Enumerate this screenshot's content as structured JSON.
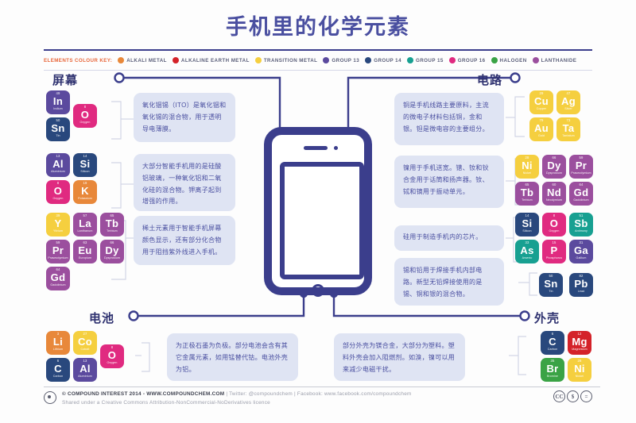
{
  "title": "手机里的化学元素",
  "colour_key": {
    "label": "ELEMENTS COLOUR KEY:",
    "items": [
      {
        "label": "ALKALI METAL",
        "color": "#e8883a"
      },
      {
        "label": "ALKALINE EARTH METAL",
        "color": "#d42229"
      },
      {
        "label": "TRANSITION METAL",
        "color": "#f5cf3f"
      },
      {
        "label": "GROUP 13",
        "color": "#5b4a9e"
      },
      {
        "label": "GROUP 14",
        "color": "#29487d"
      },
      {
        "label": "GROUP 15",
        "color": "#17a091"
      },
      {
        "label": "GROUP 16",
        "color": "#e02a80"
      },
      {
        "label": "HALOGEN",
        "color": "#3aa345"
      },
      {
        "label": "LANTHANIDE",
        "color": "#9b4f9e"
      }
    ]
  },
  "sections": {
    "screen": "屏幕",
    "circuit": "电路",
    "battery": "电池",
    "case": "外壳"
  },
  "groups": {
    "screen_ito": {
      "text": "氧化铟锡（ITO）是氧化铟和氧化锡的混合物，用于透明导电薄膜。",
      "elements": [
        {
          "num": "49",
          "sym": "In",
          "name": "Indium",
          "color": "#5b4a9e"
        },
        {
          "num": "8",
          "sym": "O",
          "name": "Oxygen",
          "color": "#e02a80"
        },
        {
          "num": "50",
          "sym": "Sn",
          "name": "Tin",
          "color": "#29487d"
        }
      ]
    },
    "screen_glass": {
      "text": "大部分智能手机用的是硅酸铝玻璃，一种氧化铝和二氧化硅的混合物。钾离子起到增强的作用。",
      "elements": [
        {
          "num": "13",
          "sym": "Al",
          "name": "Aluminium",
          "color": "#5b4a9e"
        },
        {
          "num": "14",
          "sym": "Si",
          "name": "Silicon",
          "color": "#29487d"
        },
        {
          "num": "8",
          "sym": "O",
          "name": "Oxygen",
          "color": "#e02a80"
        },
        {
          "num": "19",
          "sym": "K",
          "name": "Potassium",
          "color": "#e8883a"
        }
      ]
    },
    "screen_rare": {
      "text": "稀土元素用于智能手机屏幕颜色显示，还有部分化合物用于阻挡紫外线进入手机。",
      "elements": [
        {
          "num": "39",
          "sym": "Y",
          "name": "Yttrium",
          "color": "#f5cf3f"
        },
        {
          "num": "57",
          "sym": "La",
          "name": "Lanthanum",
          "color": "#9b4f9e"
        },
        {
          "num": "65",
          "sym": "Tb",
          "name": "Terbium",
          "color": "#9b4f9e"
        },
        {
          "num": "59",
          "sym": "Pr",
          "name": "Praseodymium",
          "color": "#9b4f9e"
        },
        {
          "num": "63",
          "sym": "Eu",
          "name": "Europium",
          "color": "#9b4f9e"
        },
        {
          "num": "66",
          "sym": "Dy",
          "name": "Dysprosium",
          "color": "#9b4f9e"
        },
        {
          "num": "64",
          "sym": "Gd",
          "name": "Gadolinium",
          "color": "#9b4f9e"
        }
      ]
    },
    "circuit_wiring": {
      "text": "铜是手机线路主要原料，主流的微电子材料包括铜，金和银。钽是微电容的主要组分。",
      "elements": [
        {
          "num": "29",
          "sym": "Cu",
          "name": "Copper",
          "color": "#f5cf3f"
        },
        {
          "num": "47",
          "sym": "Ag",
          "name": "Silver",
          "color": "#f5cf3f"
        },
        {
          "num": "79",
          "sym": "Au",
          "name": "Gold",
          "color": "#f5cf3f"
        },
        {
          "num": "73",
          "sym": "Ta",
          "name": "Tantalum",
          "color": "#f5cf3f"
        }
      ]
    },
    "circuit_speaker": {
      "text": "镍用于手机送宽。镨、钕和钬合金用于话筒和扬声器。钕、铽和镝用于振动单元。",
      "elements": [
        {
          "num": "28",
          "sym": "Ni",
          "name": "Nickel",
          "color": "#f5cf3f"
        },
        {
          "num": "66",
          "sym": "Dy",
          "name": "Dysprosium",
          "color": "#9b4f9e"
        },
        {
          "num": "59",
          "sym": "Pr",
          "name": "Praseodymium",
          "color": "#9b4f9e"
        },
        {
          "num": "65",
          "sym": "Tb",
          "name": "Terbium",
          "color": "#9b4f9e"
        },
        {
          "num": "60",
          "sym": "Nd",
          "name": "Neodymium",
          "color": "#9b4f9e"
        },
        {
          "num": "64",
          "sym": "Gd",
          "name": "Gadolinium",
          "color": "#9b4f9e"
        }
      ]
    },
    "circuit_chip": {
      "text": "硅用于制造手机内的芯片。",
      "elements": [
        {
          "num": "14",
          "sym": "Si",
          "name": "Silicon",
          "color": "#29487d"
        },
        {
          "num": "8",
          "sym": "O",
          "name": "Oxygen",
          "color": "#e02a80"
        },
        {
          "num": "51",
          "sym": "Sb",
          "name": "Antimony",
          "color": "#17a091"
        },
        {
          "num": "33",
          "sym": "As",
          "name": "Arsenic",
          "color": "#17a091"
        },
        {
          "num": "15",
          "sym": "P",
          "name": "Phosphorus",
          "color": "#e02a80"
        },
        {
          "num": "31",
          "sym": "Ga",
          "name": "Gallium",
          "color": "#5b4a9e"
        }
      ]
    },
    "circuit_solder": {
      "text": "锡和铅用于焊接手机内部电路。新型无铅焊接使用的是锡、铜和银的混合物。",
      "elements": [
        {
          "num": "50",
          "sym": "Sn",
          "name": "Tin",
          "color": "#29487d"
        },
        {
          "num": "82",
          "sym": "Pb",
          "name": "Lead",
          "color": "#29487d"
        }
      ]
    },
    "battery": {
      "text": "为正极石墨为负极。部分电池会含有其它金属元素，如用锰替代钴。电池外壳为铝。",
      "elements": [
        {
          "num": "3",
          "sym": "Li",
          "name": "Lithium",
          "color": "#e8883a"
        },
        {
          "num": "27",
          "sym": "Co",
          "name": "Cobalt",
          "color": "#f5cf3f"
        },
        {
          "num": "8",
          "sym": "O",
          "name": "Oxygen",
          "color": "#e02a80"
        },
        {
          "num": "6",
          "sym": "C",
          "name": "Carbon",
          "color": "#29487d"
        },
        {
          "num": "13",
          "sym": "Al",
          "name": "Aluminium",
          "color": "#5b4a9e"
        }
      ]
    },
    "case": {
      "text": "部分外壳为镁合金，大部分为塑料。塑料外壳会加入阻燃剂。如溴，镍可以用来减少电磁干扰。",
      "elements": [
        {
          "num": "6",
          "sym": "C",
          "name": "Carbon",
          "color": "#29487d"
        },
        {
          "num": "12",
          "sym": "Mg",
          "name": "Magnesium",
          "color": "#d42229"
        },
        {
          "num": "35",
          "sym": "Br",
          "name": "Bromine",
          "color": "#3aa345"
        },
        {
          "num": "28",
          "sym": "Ni",
          "name": "Nickel",
          "color": "#f5cf3f"
        }
      ]
    }
  },
  "footer": {
    "line1_bold": "© COMPOUND INTEREST 2014 - WWW.COMPOUNDCHEM.COM",
    "line1_rest": "|  Twitter: @compoundchem  |  Facebook: www.facebook.com/compoundchem",
    "line2": "Shared under a Creative Commons Attribution-NonCommercial-NoDerivatives licence",
    "cc_badges": [
      "CC",
      "$",
      "="
    ]
  }
}
